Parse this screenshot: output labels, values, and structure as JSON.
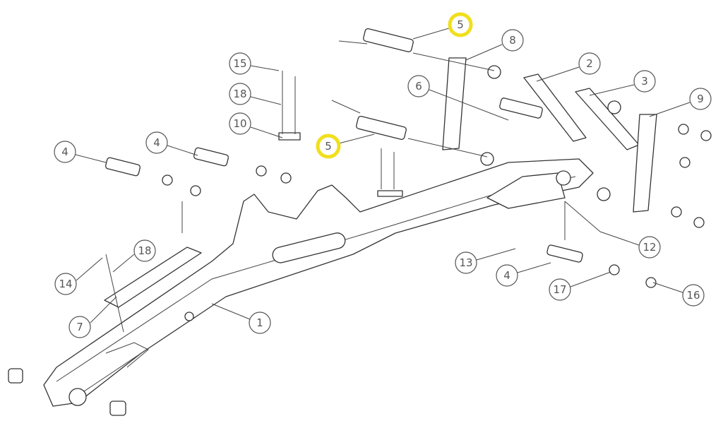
{
  "diagram": {
    "type": "exploded parts diagram",
    "highlight_color": "#f0df1c",
    "callouts": {
      "c1": "1",
      "c2": "2",
      "c3": "3",
      "c4a": "4",
      "c4b": "4",
      "c4c": "4",
      "c5a": "5",
      "c5b": "5",
      "c6": "6",
      "c7": "7",
      "c8": "8",
      "c9": "9",
      "c10": "10",
      "c12": "12",
      "c13": "13",
      "c14": "14",
      "c15": "15",
      "c16": "16",
      "c17": "17",
      "c18a": "18",
      "c18b": "18"
    },
    "highlighted": [
      "c5a",
      "c5b"
    ]
  }
}
